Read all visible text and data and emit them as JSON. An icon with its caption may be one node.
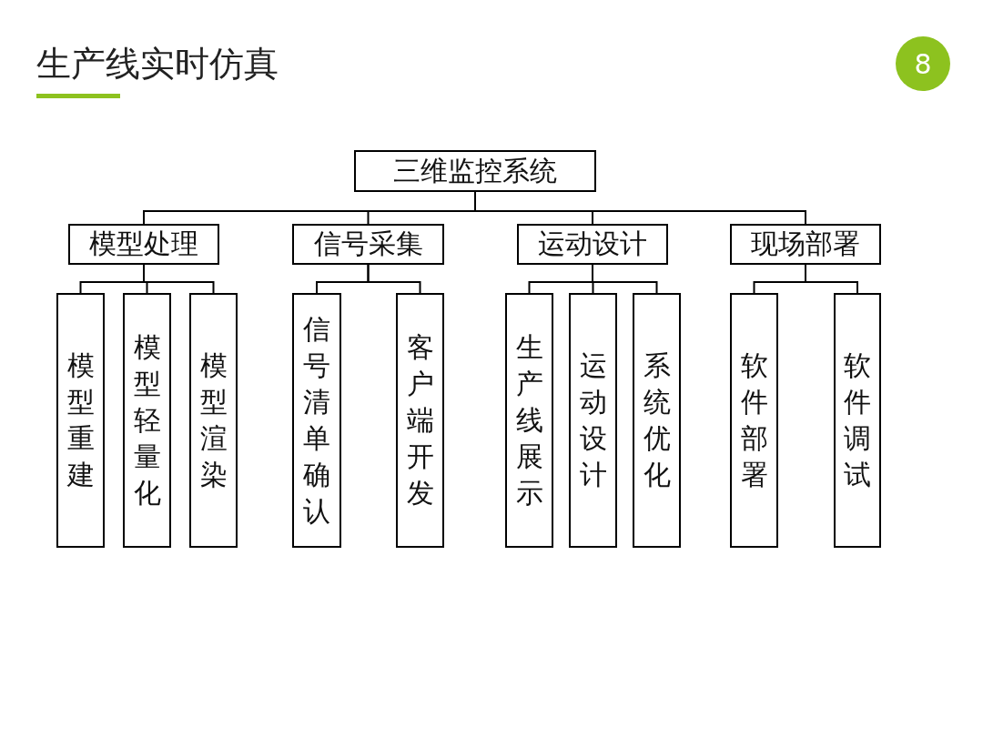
{
  "diagram": {
    "title": "生产线实时仿真",
    "nodes": [
      {
        "text": [
          "三维监控系统"
        ]
      },
      {
        "text": [
          "模型处理"
        ]
      },
      {
        "text": [
          "信号采集"
        ]
      },
      {
        "text": [
          "运动设计"
        ]
      },
      {
        "text": [
          "现场部署"
        ]
      },
      {
        "text": [
          "模型重建"
        ]
      },
      {
        "text": [
          "模型轻量化"
        ]
      },
      {
        "text": [
          "模型渲染"
        ]
      },
      {
        "text": [
          "信号清单确认"
        ]
      },
      {
        "text": [
          "客户端开发"
        ]
      },
      {
        "text": [
          "生产线展示"
        ]
      },
      {
        "text": [
          "运动设计"
        ]
      },
      {
        "text": [
          "系统优化"
        ]
      },
      {
        "text": [
          "软件部署"
        ]
      },
      {
        "text": [
          "软件调试"
        ]
      }
    ],
    "edges": [
      {
        "from": 0,
        "to": 1,
        "arrow": "none"
      },
      {
        "from": 0,
        "to": 2,
        "arrow": "none"
      },
      {
        "from": 0,
        "to": 3,
        "arrow": "none"
      },
      {
        "from": 0,
        "to": 4,
        "arrow": "none"
      },
      {
        "from": 1,
        "to": 5,
        "arrow": "none"
      },
      {
        "from": 1,
        "to": 6,
        "arrow": "none"
      },
      {
        "from": 1,
        "to": 7,
        "arrow": "none"
      },
      {
        "from": 2,
        "to": 8,
        "arrow": "none"
      },
      {
        "from": 2,
        "to": 9,
        "arrow": "none"
      },
      {
        "from": 3,
        "to": 10,
        "arrow": "none"
      },
      {
        "from": 3,
        "to": 11,
        "arrow": "none"
      },
      {
        "from": 3,
        "to": 12,
        "arrow": "none"
      },
      {
        "from": 4,
        "to": 13,
        "arrow": "none"
      },
      {
        "from": 4,
        "to": 14,
        "arrow": "none"
      }
    ],
    "labels": [
      "8"
    ]
  }
}
